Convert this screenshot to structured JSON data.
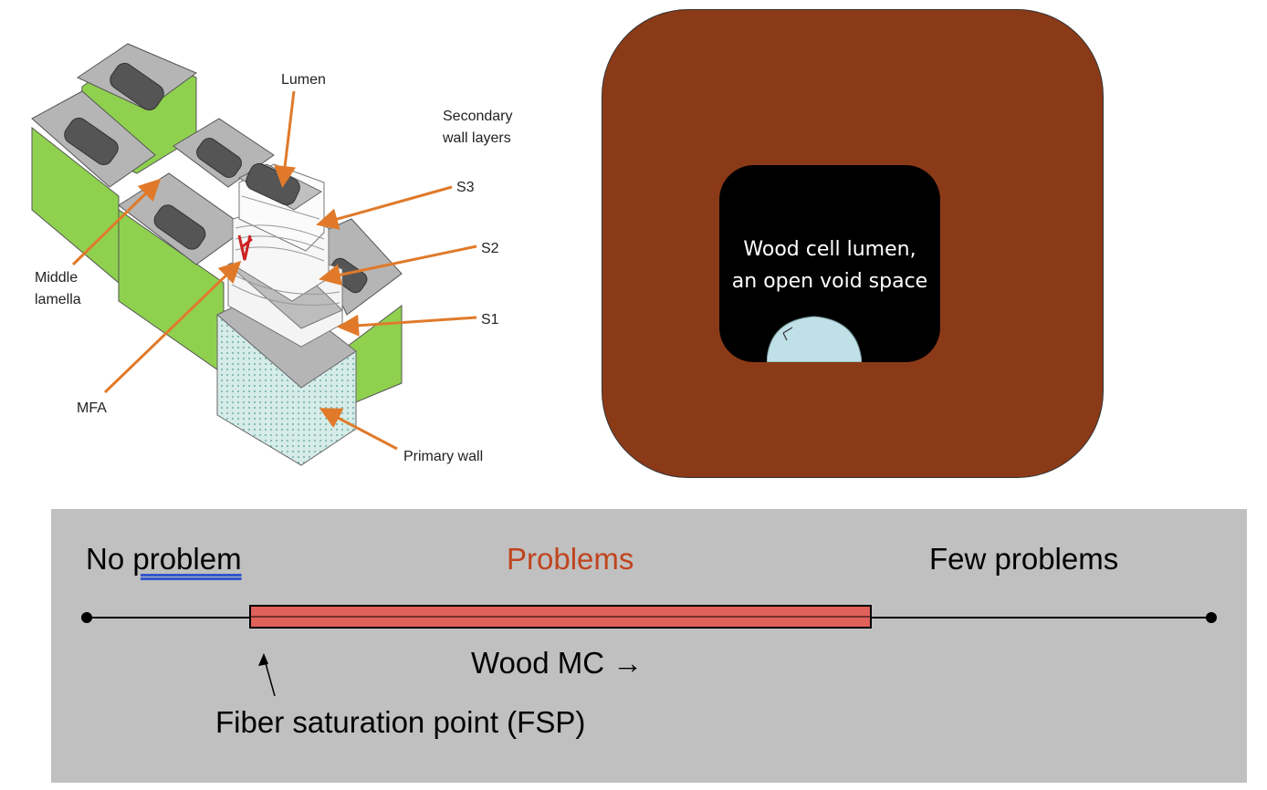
{
  "wood_cell": {
    "labels": {
      "lumen": "Lumen",
      "secondary_wall_line1": "Secondary",
      "secondary_wall_line2": "wall layers",
      "s3": "S3",
      "s2": "S2",
      "s1": "S1",
      "middle_lamella_line1": "Middle",
      "middle_lamella_line2": "lamella",
      "mfa": "MFA",
      "primary_wall": "Primary wall"
    },
    "colors": {
      "cell_wall": "#b5b5b5",
      "lumen": "#555555",
      "outer_green": "#8fd14f",
      "arrow": "#e07a2a",
      "primary_wall": "#cfe8e4",
      "mfa_mark": "#cc2222"
    }
  },
  "lumen_illustration": {
    "text_line1": "Wood cell lumen,",
    "text_line2": "an open void space",
    "colors": {
      "wood": "#8b3a18",
      "void": "#000000",
      "droplet": "#bfe0e6"
    }
  },
  "moisture_scale": {
    "zone_left": "No",
    "zone_left_underlined": "problem",
    "zone_middle": "Problems",
    "zone_right": "Few problems",
    "axis_label": "Wood MC",
    "axis_arrow": "→",
    "fsp_label": "Fiber saturation point (FSP)",
    "colors": {
      "panel": "#c0c0c0",
      "problem_band": "#e0605a",
      "problems_text": "#c0441e"
    }
  }
}
